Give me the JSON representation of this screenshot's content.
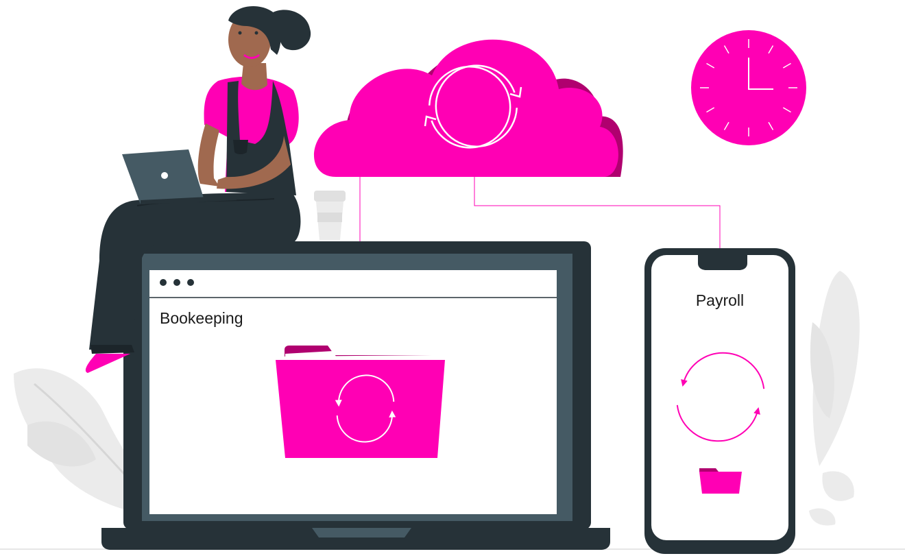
{
  "colors": {
    "accent": "#ff00b4",
    "accent_dark": "#b0006f",
    "device_dark": "#263238",
    "device_frame": "#455a64",
    "plant_gray": "#ebebeb",
    "skin": "#a0694f"
  },
  "laptop": {
    "title": "Bookeeping",
    "icons": [
      "window-dots-icon",
      "folder-sync-icon"
    ]
  },
  "phone": {
    "title": "Payroll",
    "icons": [
      "sync-icon",
      "folder-icon"
    ]
  },
  "cloud": {
    "icon": "cloud-sync-icon"
  },
  "clock": {
    "icon": "clock-icon",
    "time_shown": "3:00"
  }
}
